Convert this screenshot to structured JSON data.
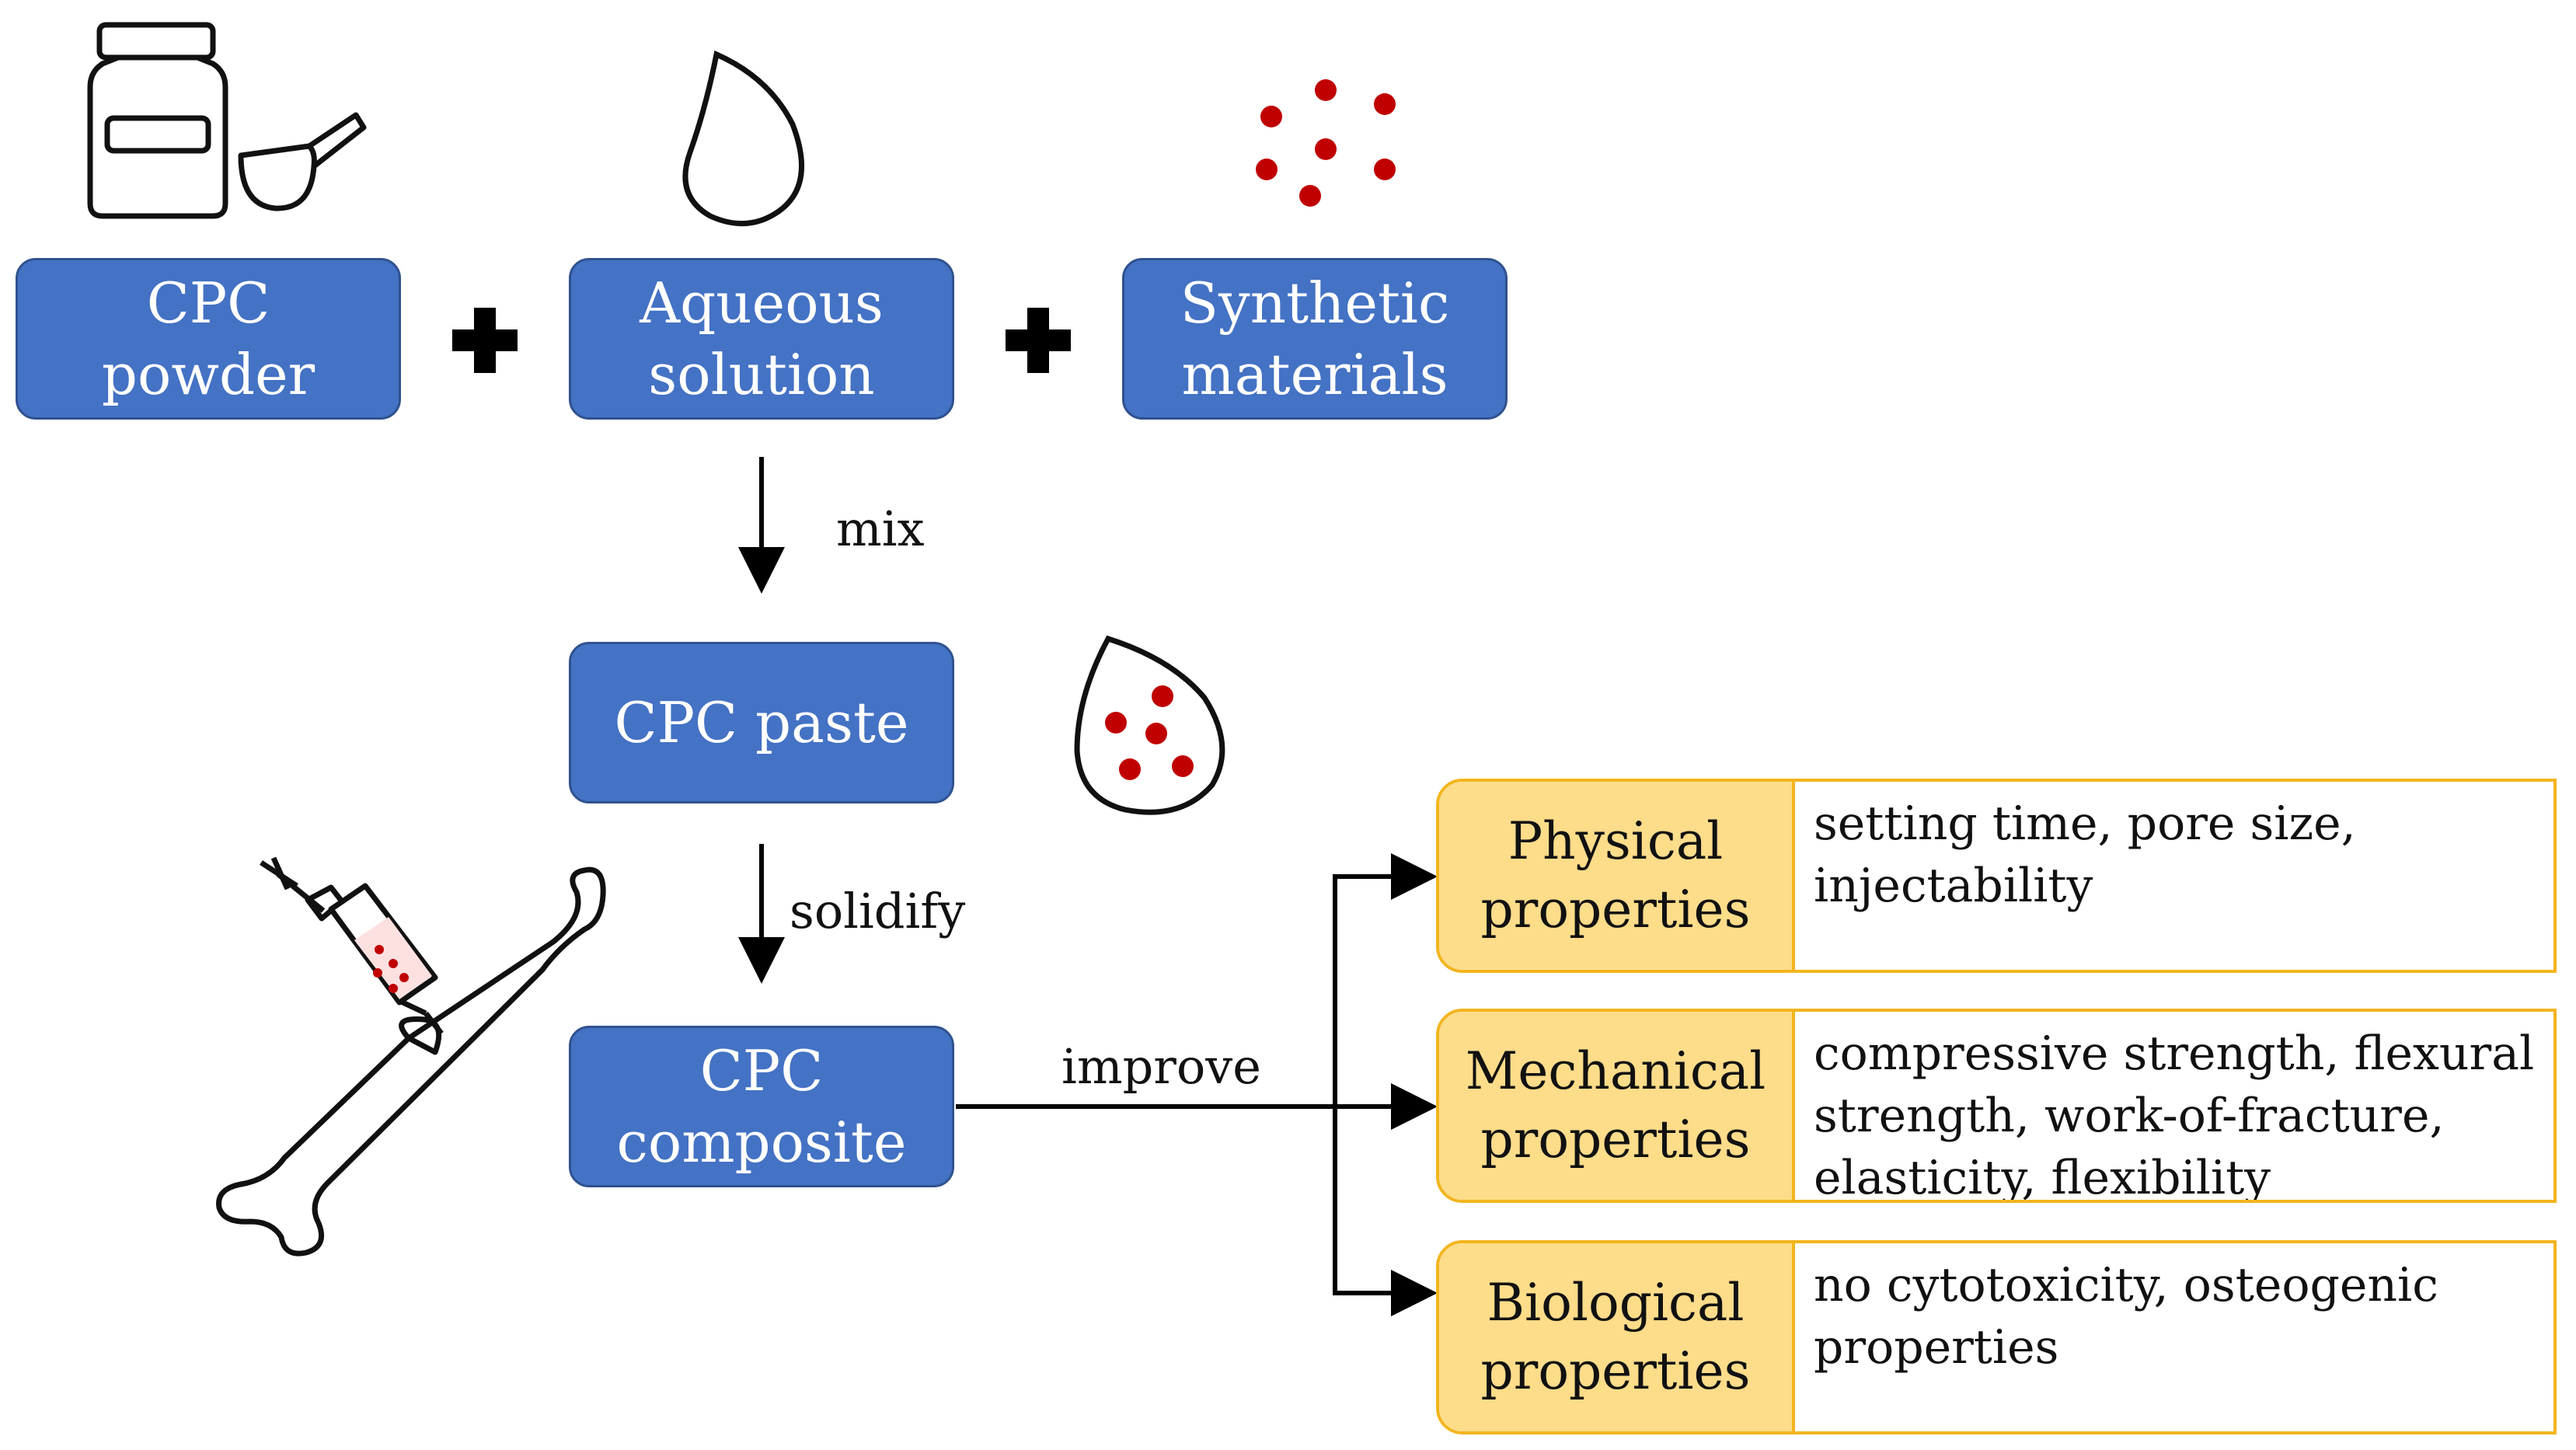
{
  "inputs": [
    {
      "label": "CPC\npowder"
    },
    {
      "label": "Aqueous\nsolution"
    },
    {
      "label": "Synthetic\nmaterials"
    }
  ],
  "steps": {
    "mix_label": "mix",
    "paste": "CPC paste",
    "solidify_label": "solidify",
    "composite": "CPC\ncomposite",
    "improve_label": "improve"
  },
  "properties": [
    {
      "name": "Physical\nproperties",
      "desc": "setting time, pore size,\ninjectability"
    },
    {
      "name": "Mechanical\nproperties",
      "desc": "compressive strength, flexural\nstrength, work-of-fracture,\nelasticity, flexibility"
    },
    {
      "name": "Biological\nproperties",
      "desc": "no cytotoxicity, osteogenic\nproperties"
    }
  ],
  "colors": {
    "box_fill": "#4472c4",
    "box_border": "#2f528f",
    "property_fill": "#fddc8a",
    "property_border": "#f2b51e",
    "particle": "#c00000"
  },
  "icons": [
    "powder-jar-icon",
    "scoop-icon",
    "droplet-icon",
    "particles-icon",
    "paste-droplet-icon",
    "syringe-icon",
    "bone-icon"
  ]
}
